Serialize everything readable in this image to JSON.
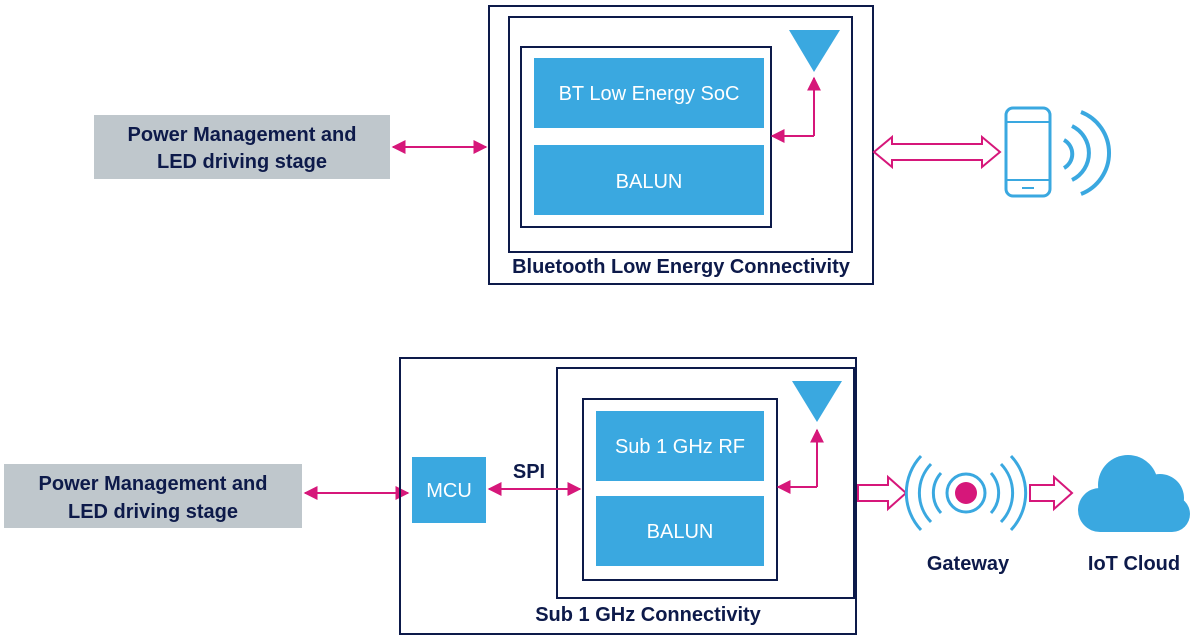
{
  "top": {
    "power_label_line1": "Power Management and",
    "power_label_line2": "LED driving stage",
    "soc_label": "BT Low Energy SoC",
    "balun_label": "BALUN",
    "caption": "Bluetooth  Low Energy Connectivity"
  },
  "bottom": {
    "power_label_line1": "Power Management and",
    "power_label_line2": "LED driving stage",
    "mcu_label": "MCU",
    "spi_label": "SPI",
    "rf_label": "Sub 1 GHz RF",
    "balun_label": "BALUN",
    "caption": "Sub 1 GHz Connectivity",
    "gateway_label": "Gateway",
    "cloud_label": "IoT Cloud"
  },
  "icons": [
    "antenna-icon",
    "smartphone-icon",
    "wireless-signal-icon",
    "gateway-icon",
    "cloud-icon"
  ],
  "colors": {
    "block_blue": "#3aa8e0",
    "gray_box": "#bfc7cc",
    "navy": "#0d1a4a",
    "magenta": "#d6177a",
    "white": "#ffffff"
  }
}
